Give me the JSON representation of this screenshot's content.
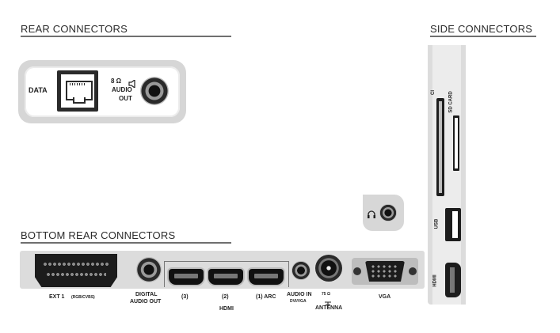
{
  "sections": {
    "rear": "REAR CONNECTORS",
    "side": "SIDE CONNECTORS",
    "bottom": "BOTTOM REAR CONNECTORS"
  },
  "rear_panel": {
    "data_label": "DATA",
    "audio_label_line1": "8 Ω",
    "audio_label_line2": "AUDIO",
    "audio_label_line3": "OUT"
  },
  "side_panel": {
    "ci_label": "CI",
    "sd_label": "SD CARD",
    "usb_label": "USB",
    "hdmi_label": "HDMI"
  },
  "bottom_panel": {
    "ext1_label": "EXT 1",
    "ext1_sub": "(RGB/CVBS)",
    "digital_audio_line1": "DIGITAL",
    "digital_audio_line2": "AUDIO OUT",
    "hdmi3": "(3)",
    "hdmi2": "(2)",
    "hdmi1": "(1) ARC",
    "hdmi_group": "HDMI",
    "audio_in_line1": "AUDIO IN",
    "audio_in_line2": "DVI/VGA",
    "antenna_line1": "75 Ω",
    "antenna_line2": "ANTENNA",
    "vga": "VGA"
  }
}
